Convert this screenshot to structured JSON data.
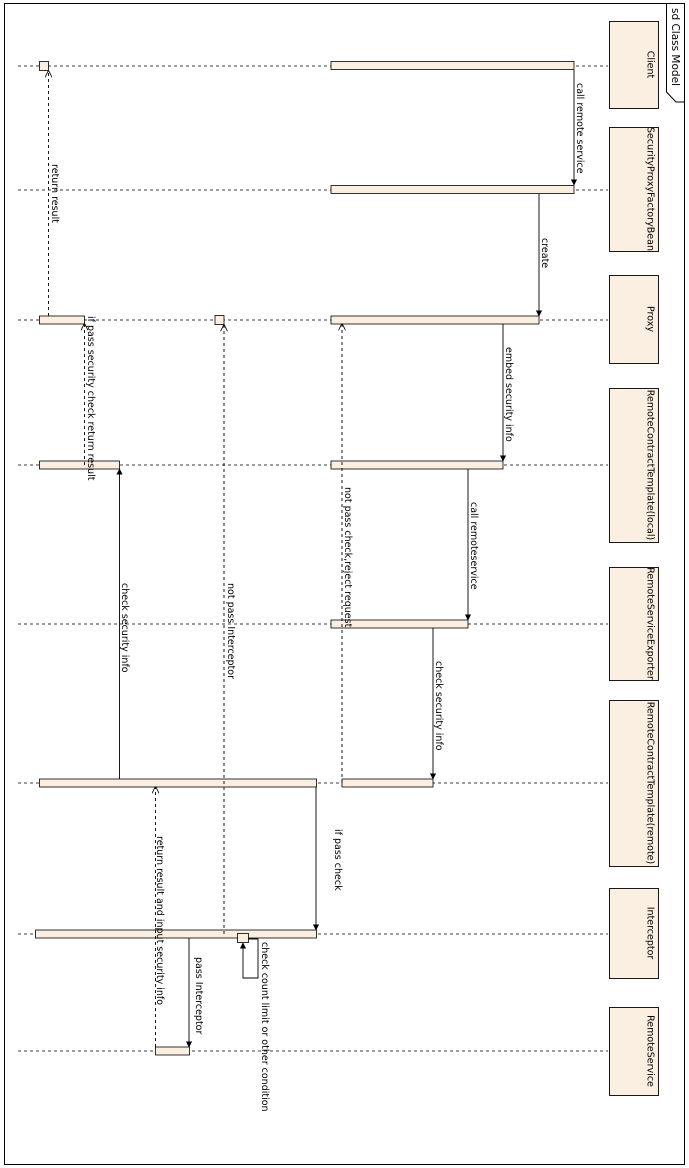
{
  "frame": {
    "title": "sd Class Model"
  },
  "colors": {
    "fill": "#fbefe2",
    "stroke": "#000000",
    "background": "#ffffff"
  },
  "participants": [
    {
      "id": "client",
      "name": "Client"
    },
    {
      "id": "securityproxyfactorybean",
      "name": "SecurityProxyFactoryBean"
    },
    {
      "id": "proxy",
      "name": "Proxy"
    },
    {
      "id": "remotecontracttemplate-local",
      "name": "RemoteContractTemplate(local)"
    },
    {
      "id": "remoteserviceexporter",
      "name": "RemoteServiceExporter"
    },
    {
      "id": "remotecontracttemplate-remote",
      "name": "RemoteContractTemplate(remote)"
    },
    {
      "id": "interceptor",
      "name": "Interceptor"
    },
    {
      "id": "remoteservice",
      "name": "RemoteService"
    }
  ],
  "messages": [
    {
      "id": "m1",
      "label": "call remote service",
      "type": "sync"
    },
    {
      "id": "m2",
      "label": "create",
      "type": "sync"
    },
    {
      "id": "m3",
      "label": "embed security info",
      "type": "sync"
    },
    {
      "id": "m4",
      "label": "call remoteservice",
      "type": "sync"
    },
    {
      "id": "m5",
      "label": "check security info",
      "type": "sync"
    },
    {
      "id": "m6",
      "label": "if pass check",
      "type": "sync"
    },
    {
      "id": "m7",
      "label": "check count limit or other condition",
      "type": "self"
    },
    {
      "id": "m8",
      "label": "pass Interceptor",
      "type": "sync"
    },
    {
      "id": "m9",
      "label": "return result and input security info",
      "type": "return"
    },
    {
      "id": "m10",
      "label": "not pass Interceptor",
      "type": "return"
    },
    {
      "id": "m11",
      "label": "check security info",
      "type": "sync"
    },
    {
      "id": "m12",
      "label": "not pass check,reject request",
      "type": "return"
    },
    {
      "id": "m13",
      "label": "if pass security check return result",
      "type": "return"
    },
    {
      "id": "m14",
      "label": "return result",
      "type": "return"
    }
  ]
}
